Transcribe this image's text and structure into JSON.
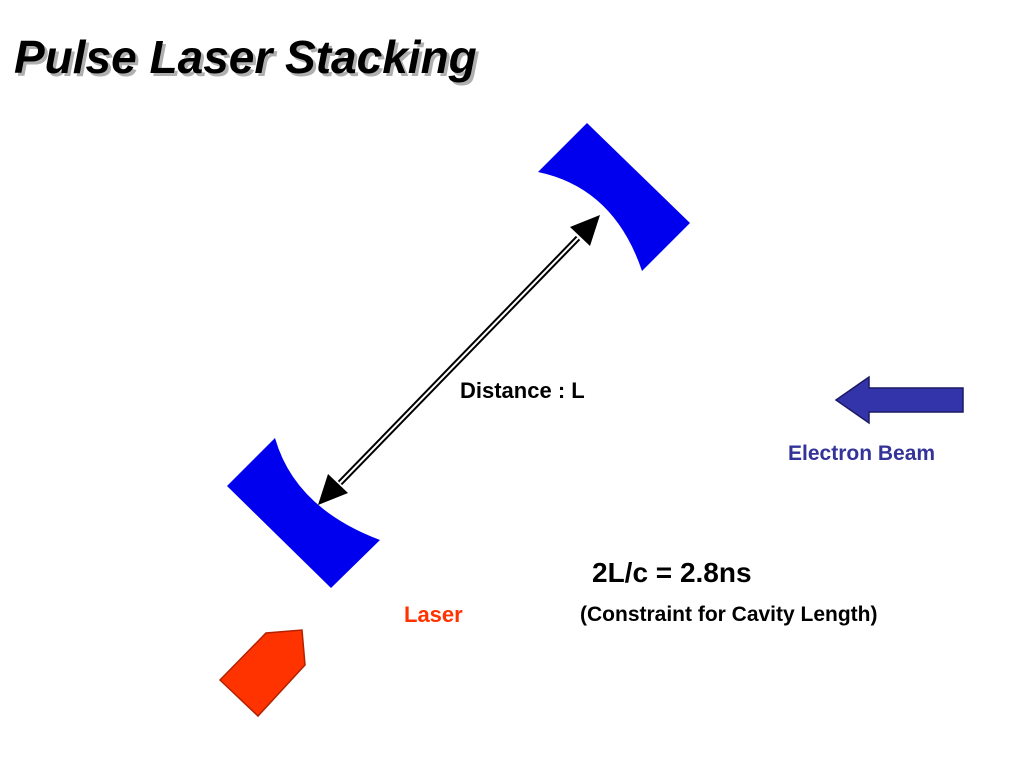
{
  "slide": {
    "title": "Pulse Laser Stacking"
  },
  "labels": {
    "distance": "Distance : L",
    "electron_beam": "Electron Beam",
    "formula": "2L/c = 2.8ns",
    "laser": "Laser",
    "constraint": "(Constraint for Cavity Length)"
  },
  "colors": {
    "mirror": "#0000ee",
    "laser": "#ff3300",
    "electron_arrow": "#3333aa",
    "electron_text": "#333399",
    "laser_text": "#ff3300"
  },
  "icons": {
    "upper_mirror": "concave-mirror-icon",
    "lower_mirror": "concave-mirror-icon",
    "electron_arrow": "left-arrow-icon",
    "laser": "laser-pointer-icon",
    "distance_arrow": "double-headed-arrow-icon"
  }
}
